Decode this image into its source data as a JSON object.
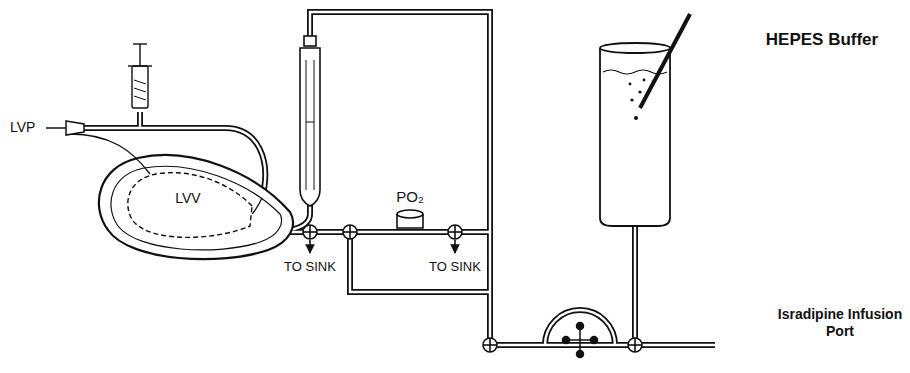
{
  "diagram": {
    "labels": [
      "HEPES Buffer",
      "PO₂",
      "LVP",
      "LVV",
      "TO SINK",
      "TO SINK",
      "Isradipine Infusion Port"
    ]
  }
}
